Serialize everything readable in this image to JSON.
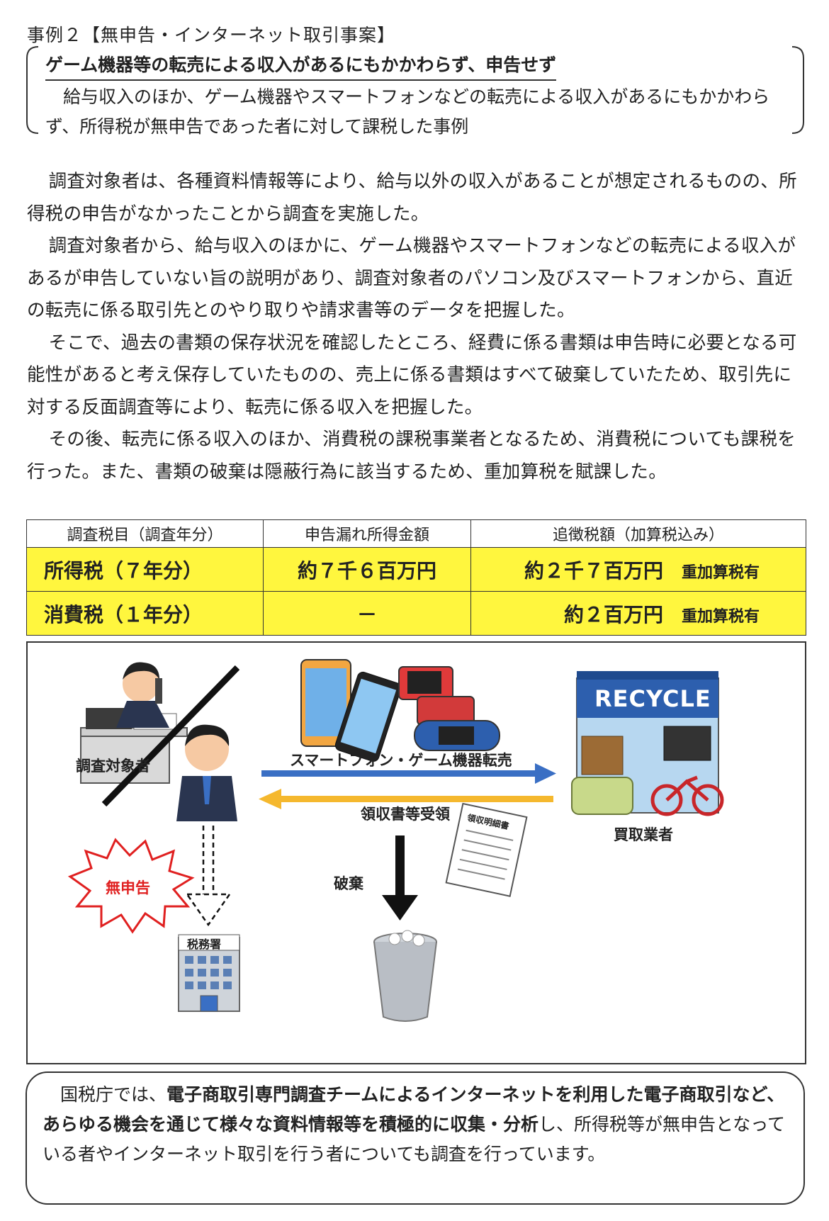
{
  "case_label": "事例２【無申告・インターネット取引事案】",
  "summary": {
    "title": "ゲーム機器等の転売による収入があるにもかかわらず、申告せず",
    "text": "　給与収入のほか、ゲーム機器やスマートフォンなどの転売による収入があるにもかかわらず、所得税が無申告であった者に対して課税した事例"
  },
  "body": [
    "調査対象者は、各種資料情報等により、給与以外の収入があることが想定されるものの、所得税の申告がなかったことから調査を実施した。",
    "調査対象者から、給与収入のほかに、ゲーム機器やスマートフォンなどの転売による収入があるが申告していない旨の説明があり、調査対象者のパソコン及びスマートフォンから、直近の転売に係る取引先とのやり取りや請求書等のデータを把握した。",
    "そこで、過去の書類の保存状況を確認したところ、経費に係る書類は申告時に必要となる可能性があると考え保存していたものの、売上に係る書類はすべて破棄していたため、取引先に対する反面調査等により、転売に係る収入を把握した。",
    "その後、転売に係る収入のほか、消費税の課税事業者となるため、消費税についても課税を行った。また、書類の破棄は隠蔽行為に該当するため、重加算税を賦課した。"
  ],
  "table": {
    "headers": [
      "調査税目（調査年分）",
      "申告漏れ所得金額",
      "追徴税額（加算税込み）"
    ],
    "rows": [
      {
        "tax": "所得税（７年分）",
        "amount": "約７千６百万円",
        "additional": "約２千７百万円",
        "note": "重加算税有"
      },
      {
        "tax": "消費税（１年分）",
        "amount": "－",
        "additional": "約２百万円",
        "note": "重加算税有"
      }
    ]
  },
  "illustration": {
    "subject_label": "調査対象者",
    "buyer_label": "買取業者",
    "resale_label": "スマートフォン・ゲーム機器転売",
    "receipt_label": "領収書等受領",
    "no_filing_label": "無申告",
    "discard_label": "破棄",
    "tax_office_sign": "税務署",
    "recycle_sign": "RECYCLE",
    "invoice_title": "領収明細書",
    "colors": {
      "arrow_blue": "#3a6fc4",
      "arrow_yellow": "#f5b82e",
      "burst_red": "#e02020",
      "highlight_yellow": "#fff63e"
    }
  },
  "bottom": {
    "t1": "　国税庁では、",
    "b1": "電子商取引専門調査チームによるインターネットを利用した電子商取引など、あらゆる機会を通じて様々な資料情報等を積極的に収集・分析",
    "t2": "し、所得税等が無申告となっている者やインターネット取引を行う者についても調査を行っています。"
  }
}
